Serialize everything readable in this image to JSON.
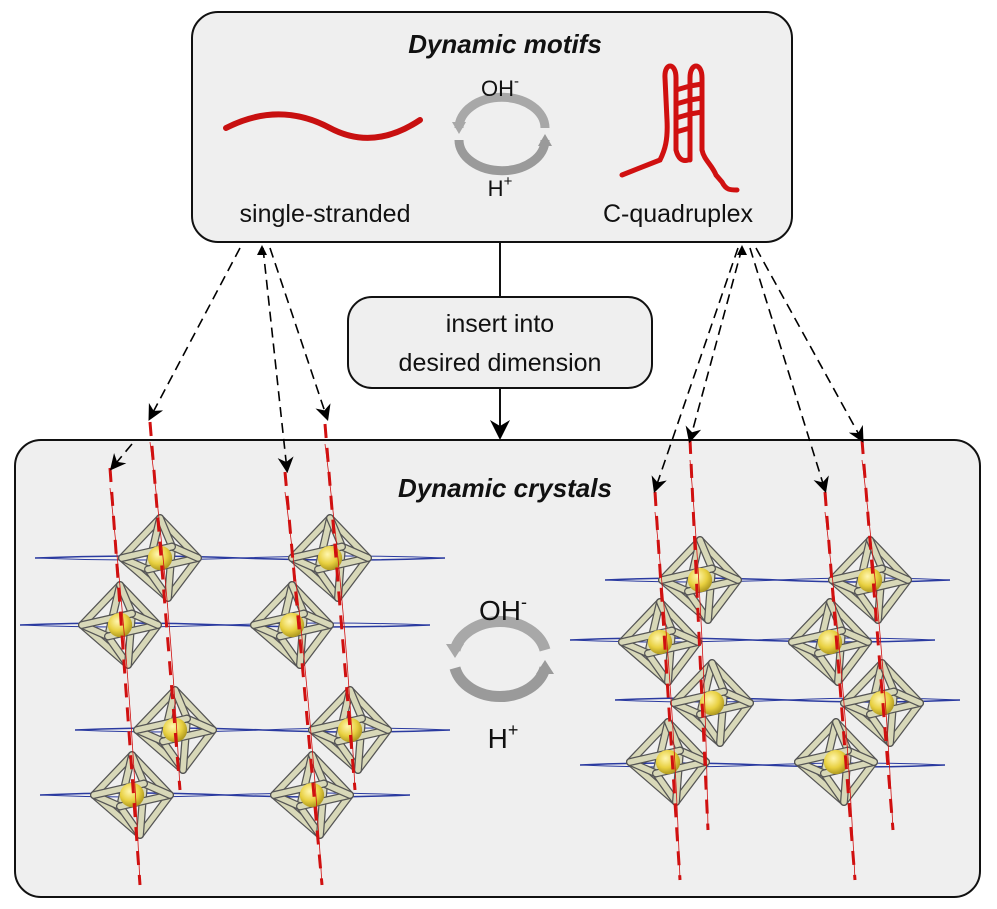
{
  "motifs_box": {
    "title": "Dynamic motifs",
    "left_label": "single-stranded",
    "right_label": "C-quadruplex",
    "top_reagent": "OH",
    "top_reagent_charge": "-",
    "bottom_reagent": "H",
    "bottom_reagent_charge": "+"
  },
  "process_box": {
    "line1": "insert into",
    "line2": "desired dimension"
  },
  "crystals_box": {
    "title": "Dynamic crystals",
    "top_reagent": "OH",
    "top_reagent_charge": "-",
    "bottom_reagent": "H",
    "bottom_reagent_charge": "+"
  },
  "colors": {
    "box_fill": "#efefef",
    "dna_red": "#d01010",
    "cycle_gray": "#9a9a9a",
    "strut": "#d8d8b8",
    "sphere": "#e8d040",
    "chain_blue": "#2a3aa0"
  }
}
